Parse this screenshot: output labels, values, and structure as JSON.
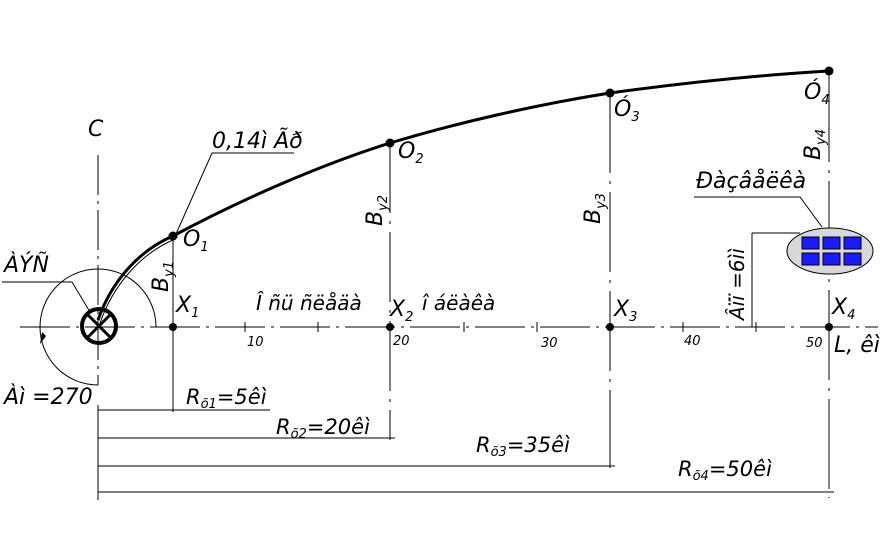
{
  "labels": {
    "c_axis": "C",
    "line_tag": "0,14ì Ãð",
    "source_tag": "ÀÝÑ",
    "ruler_caption": "Î ñü ñëåäà",
    "ruler_caption2": "î áëàêà",
    "receiver_tag": "Ðàçâåëêà",
    "height_tag": "Âïï =6ìì",
    "axis_unit": "L, êì",
    "angle_tag": "Àì =270"
  },
  "points": [
    {
      "name": "O",
      "sub": "1"
    },
    {
      "name": "O",
      "sub": "2"
    },
    {
      "name": "Ó",
      "sub": "3"
    },
    {
      "name": "Ó",
      "sub": "4"
    }
  ],
  "x_marks": [
    {
      "name": "X",
      "sub": "1"
    },
    {
      "name": "X",
      "sub": "2"
    },
    {
      "name": "X",
      "sub": "3"
    },
    {
      "name": "X",
      "sub": "4"
    }
  ],
  "heights": [
    {
      "name": "B",
      "sub": "y1"
    },
    {
      "name": "B",
      "sub": "y2"
    },
    {
      "name": "B",
      "sub": "y3"
    },
    {
      "name": "B",
      "sub": "y4"
    }
  ],
  "ticks": [
    "10",
    "20",
    "30",
    "40",
    "50"
  ],
  "radii": [
    {
      "main": "R",
      "sub": "õ1",
      "value": "=5êì"
    },
    {
      "main": "R",
      "sub": "õ2",
      "value": "=20êì"
    },
    {
      "main": "R",
      "sub": "õ3",
      "value": "=35êì"
    },
    {
      "main": "R",
      "sub": "õ4",
      "value": "=50êì"
    }
  ],
  "colors": {
    "line": "#000000",
    "receiver_fill": "#1a1aff",
    "receiver_oval": "#d8d8d8"
  }
}
